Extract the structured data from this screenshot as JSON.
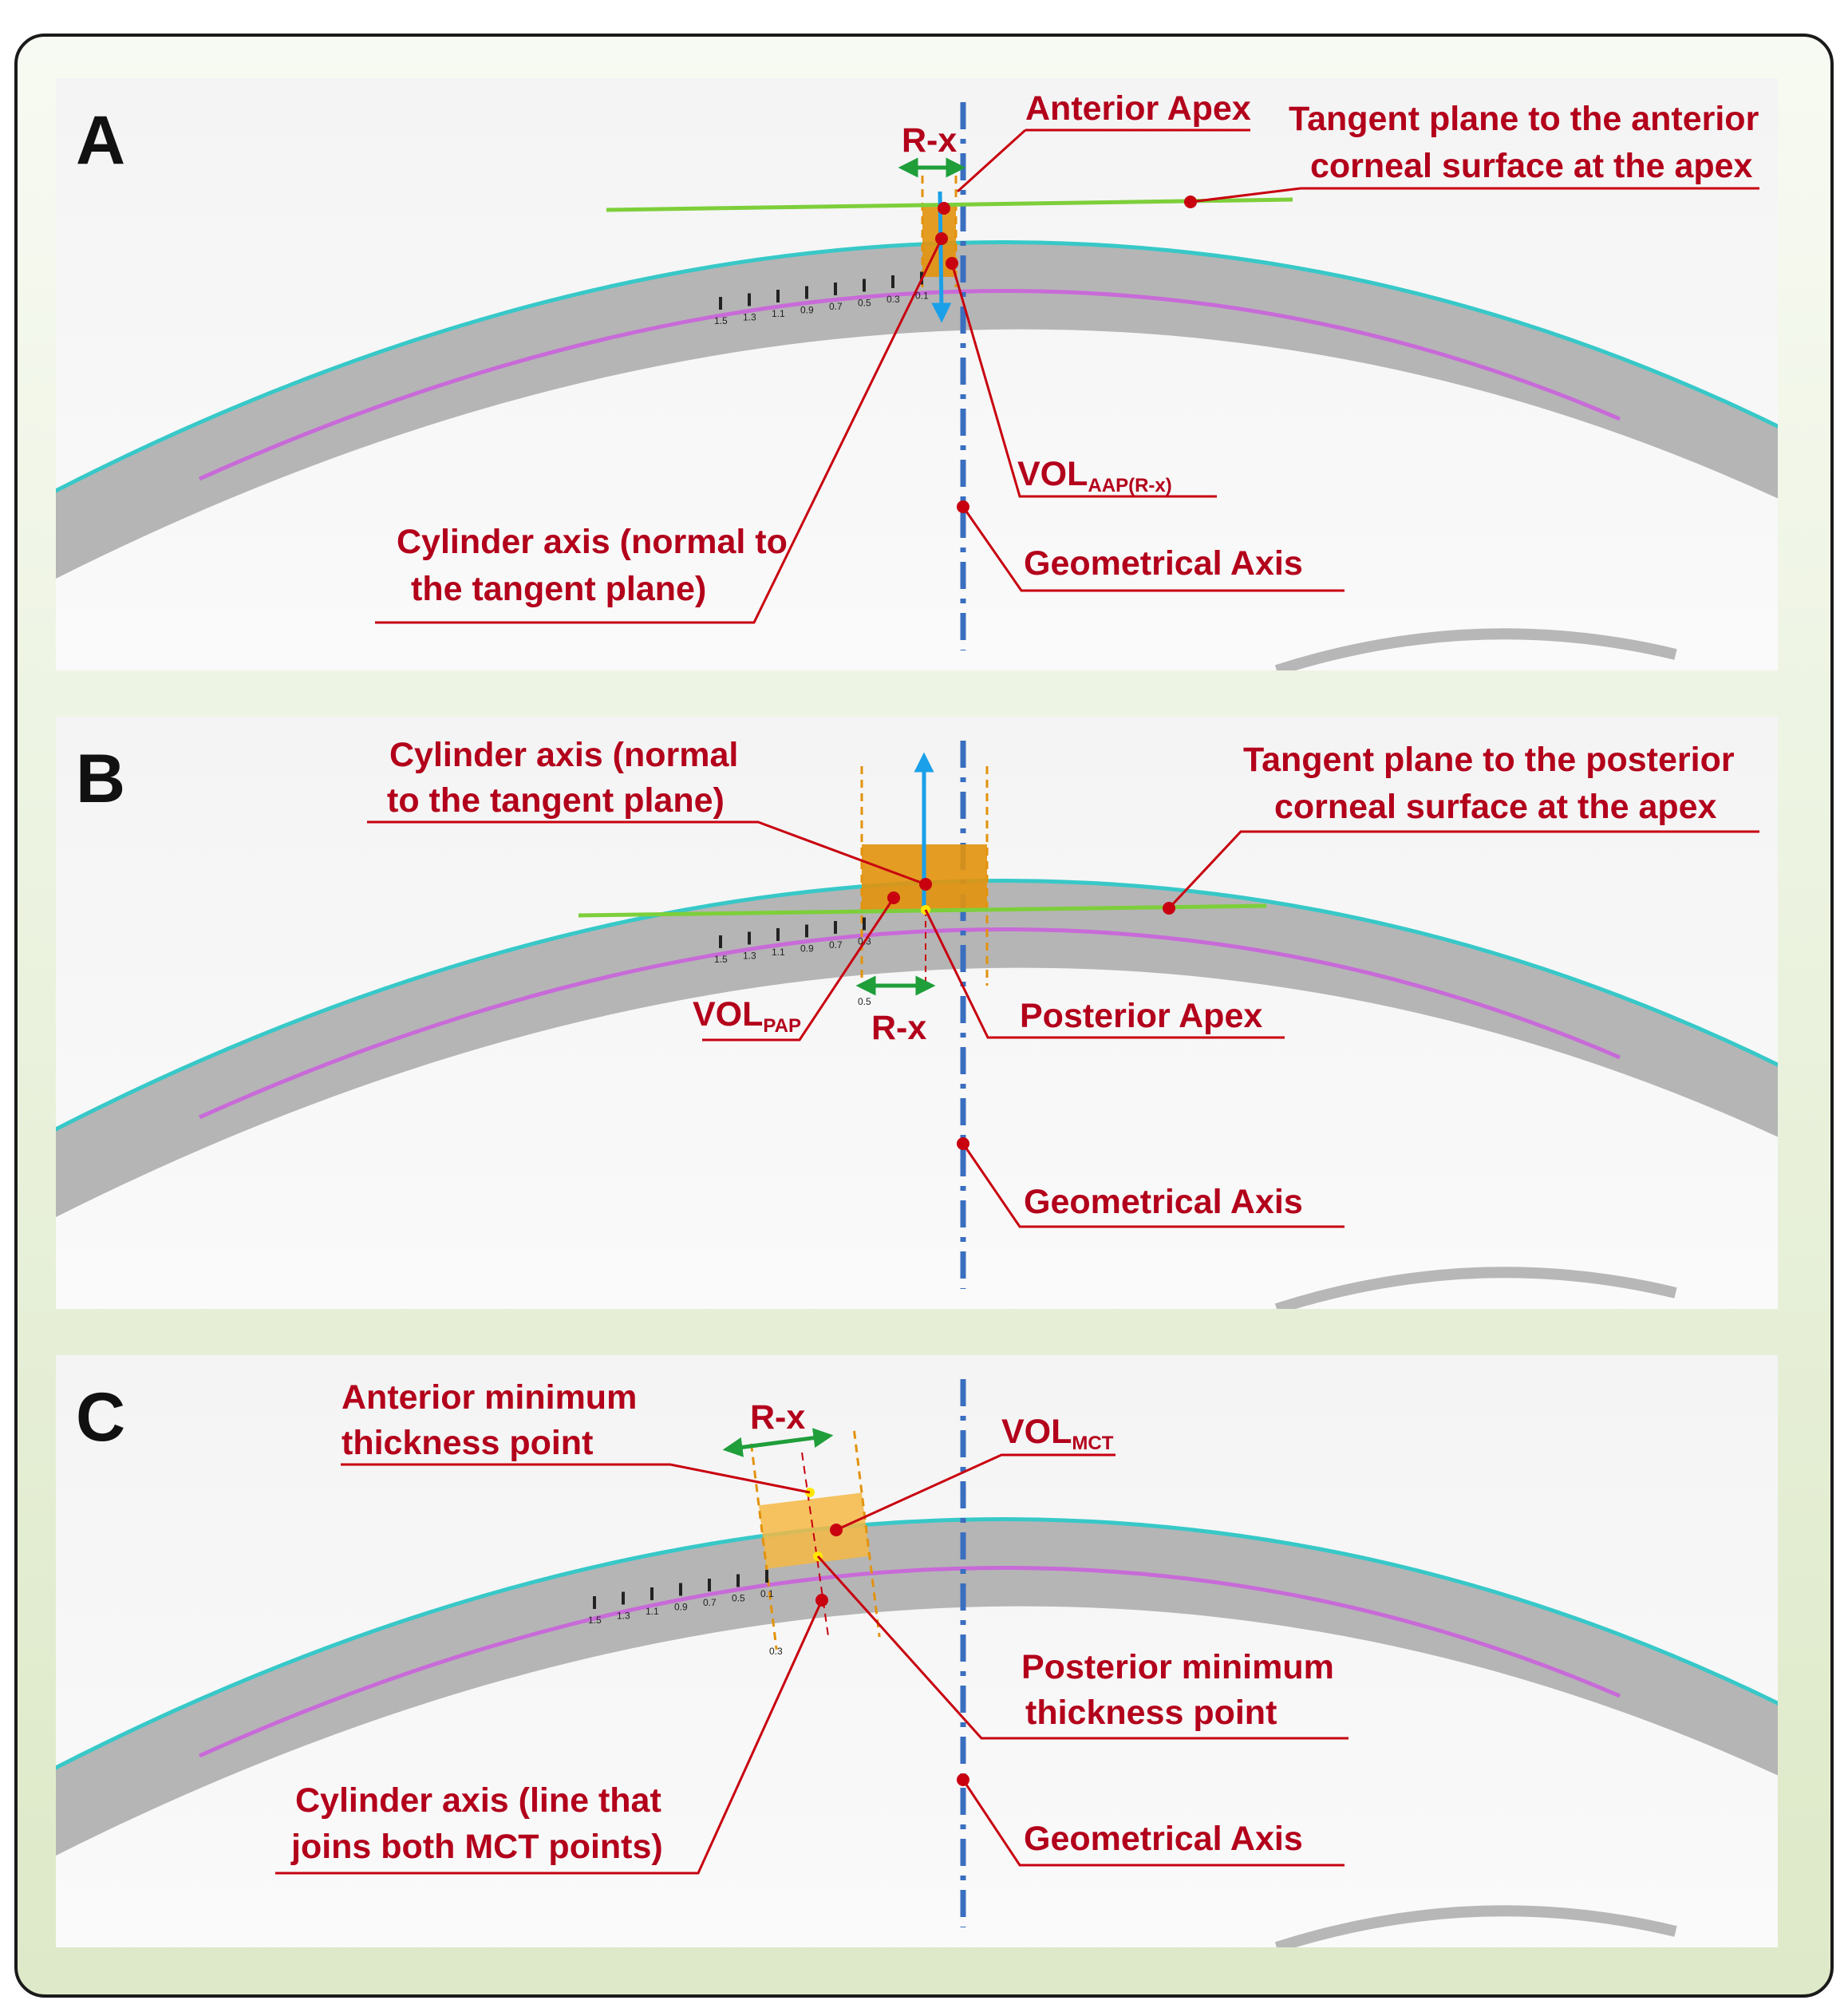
{
  "panels": [
    {
      "letter": "A",
      "labels": {
        "anterior_apex": "Anterior Apex",
        "tangent_line1": "Tangent plane to the anterior",
        "tangent_line2": "corneal surface at the apex",
        "rx": "R-x",
        "vol_main": "VOL",
        "vol_sub": "AAP(R-x)",
        "cyl_line1": "Cylinder axis (normal to",
        "cyl_line2": "the tangent plane)",
        "geo_axis": "Geometrical Axis"
      },
      "ticks": [
        "1.5",
        "1.3",
        "1.1",
        "0.9",
        "0.7",
        "0.5",
        "0.3",
        "0.1"
      ]
    },
    {
      "letter": "B",
      "labels": {
        "cyl_line1": "Cylinder axis (normal",
        "cyl_line2": "to the tangent plane)",
        "tangent_line1": "Tangent plane to the posterior",
        "tangent_line2": "corneal surface at the apex",
        "vol_main": "VOL",
        "vol_sub": "PAP",
        "rx": "R-x",
        "posterior_apex": "Posterior Apex",
        "geo_axis": "Geometrical Axis",
        "tick_05": "0.5"
      },
      "ticks": [
        "1.5",
        "1.3",
        "1.1",
        "0.9",
        "0.7",
        "0.3"
      ]
    },
    {
      "letter": "C",
      "labels": {
        "ant_min_line1": "Anterior minimum",
        "ant_min_line2": "thickness point",
        "rx": "R-x",
        "vol_main": "VOL",
        "vol_sub": "MCT",
        "post_min_line1": "Posterior minimum",
        "post_min_line2": "thickness point",
        "cyl_line1": "Cylinder axis (line that",
        "cyl_line2": "joins both MCT points)",
        "geo_axis": "Geometrical Axis",
        "tick_03": "0.3"
      },
      "ticks": [
        "1.5",
        "1.3",
        "1.1",
        "0.9",
        "0.7",
        "0.5",
        "0.1"
      ]
    }
  ],
  "colors": {
    "label_red": "#b3001b",
    "marker_red": "#c8000f",
    "axis_blue": "#3a6fc0",
    "tangent_green": "#7dcf3a",
    "arrow_green": "#1f9e3a",
    "volume_orange": "#e3920c",
    "anterior_cyan": "#38c8c8",
    "posterior_magenta": "#c86ad8",
    "normal_arrow_blue": "#1aa0e8"
  }
}
